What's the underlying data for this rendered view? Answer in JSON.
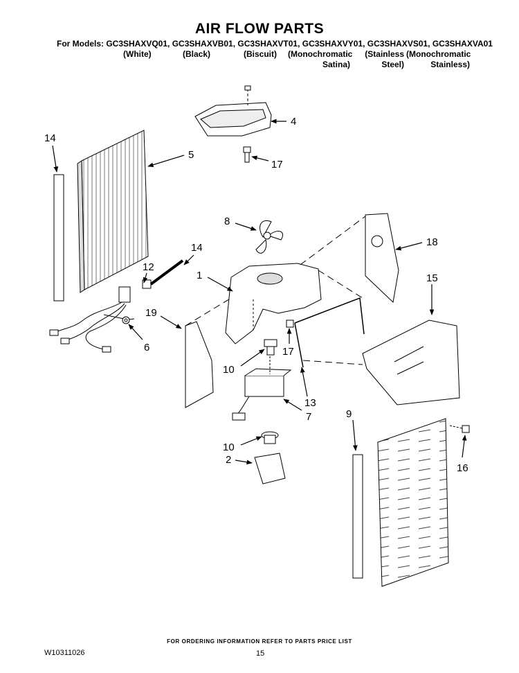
{
  "header": {
    "title": "AIR FLOW PARTS",
    "models": "For Models: GC3SHAXVQ01, GC3SHAXVB01, GC3SHAXVT01, GC3SHAXVY01, GC3SHAXVS01, GC3SHAXVA01",
    "colors": [
      {
        "line1": "(White)",
        "line2": ""
      },
      {
        "line1": "(Black)",
        "line2": ""
      },
      {
        "line1": "(Biscuit)",
        "line2": ""
      },
      {
        "line1": "(Monochromatic",
        "line2": "Satina)"
      },
      {
        "line1": "(Stainless",
        "line2": "Steel)"
      },
      {
        "line1": "(Monochromatic",
        "line2": "Stainless)"
      }
    ]
  },
  "callouts": {
    "c4": "4",
    "c17a": "17",
    "c14a": "14",
    "c5": "5",
    "c8": "8",
    "c14b": "14",
    "c18": "18",
    "c12": "12",
    "c1": "1",
    "c15": "15",
    "c19": "19",
    "c6": "6",
    "c17b": "17",
    "c10a": "10",
    "c13": "13",
    "c7": "7",
    "c9": "9",
    "c16": "16",
    "c10b": "10",
    "c2": "2"
  },
  "footer": {
    "note": "FOR ORDERING INFORMATION REFER TO PARTS PRICE LIST",
    "doc_id": "W10311026",
    "page": "15"
  }
}
